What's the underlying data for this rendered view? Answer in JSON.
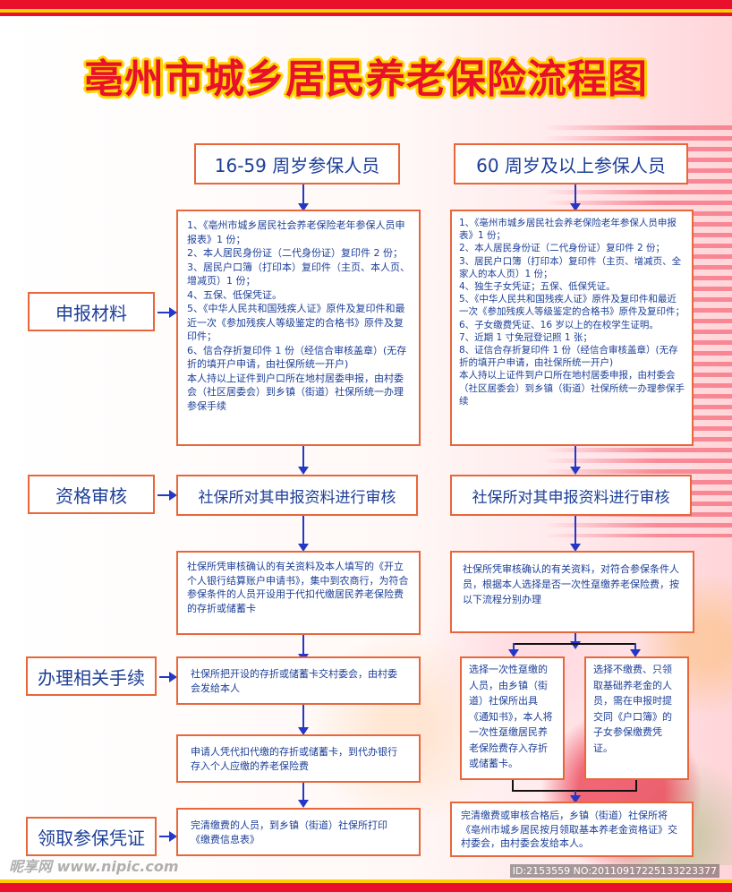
{
  "title": "亳州市城乡居民养老保险流程图",
  "columns": {
    "left_header": "16-59 周岁参保人员",
    "right_header": "60 周岁及以上参保人员"
  },
  "labels": {
    "declare": "申报材料",
    "review": "资格审核",
    "handle": "办理相关手续",
    "receive": "领取参保凭证"
  },
  "left": {
    "materials": [
      "1、《亳州市城乡居民社会养老保险老年参保人员申报表》1 份；",
      "2、本人居民身份证（二代身份证）复印件 2 份；",
      "3、居民户口簿（打印本）复印件（主页、本人页、增减页）1 份；",
      "4、五保、低保凭证。",
      "5、《中华人民共和国残疾人证》原件及复印件和最近一次《参加残疾人等级鉴定的合格书》原件及复印件；",
      "6、信合存折复印件 1 份（经信合审核盖章）(无存折的填开户申请，由社保所统一开户)",
      "本人持以上证件到户口所在地村居委申报，由村委会（社区居委会）到乡镇（街道）社保所统一办理参保手续"
    ],
    "review": "社保所对其申报资料进行审核",
    "step1": "社保所凭审核确认的有关资料及本人填写的《开立个人银行结算账户申请书》，集中到农商行，为符合参保条件的人员开设用于代扣代缴居民养老保险费的存折或储蓄卡",
    "step2": "社保所把开设的存折或储蓄卡交村委会，由村委会发给本人",
    "step3": "申请人凭代扣代缴的存折或储蓄卡，到代办银行存入个人应缴的养老保险费",
    "step4": "完清缴费的人员，到乡镇（街道）社保所打印《缴费信息表》"
  },
  "right": {
    "materials": [
      "1、《亳州市城乡居民社会养老保险老年参保人员申报表》1 份；",
      "2、本人居民身份证（二代身份证）复印件 2 份；",
      "3、居民户口簿（打印本）复印件（主页、增减页、全家人的本人页）1 份；",
      "4、独生子女凭证；五保、低保凭证。",
      "5、《中华人民共和国残疾人证》原件及复印件和最近一次《参加残疾人等级鉴定的合格书》原件及复印件；",
      "6、子女缴费凭证、16 岁以上的在校学生证明。",
      "7、近期 1 寸免冠登记照 1 张；",
      "8、证信合存折复印件 1 份（经信合审核盖章）(无存折的填开户申请，由社保所统一开户)",
      "本人持以上证件到户口所在地村居委申报，由村委会（社区居委会）到乡镇（街道）社保所统一办理参保手续"
    ],
    "review": "社保所对其申报资料进行审核",
    "step1": "社保所凭审核确认的有关资料，对符合参保条件人员，根据本人选择是否一次性趸缴养老保险费，按以下流程分别办理",
    "branch_a": "选择一次性趸缴的人员，由乡镇（街道）社保所出具《通知书》，本人将一次性趸缴居民养老保险费存入存折或储蓄卡。",
    "branch_b": "选择不缴费、只领取基础养老金的人员，需在申报时提交同《户口簿》的子女参保缴费凭证。",
    "final": "完清缴费或审核合格后，乡镇（街道）社保所将《亳州市城乡居民按月领取基本养老金资格证》交村委会，由村委会发给本人。"
  },
  "watermark": {
    "brand": "昵享网 www.nipic.com",
    "id": "ID:2153559 NO:20110917225133223377"
  }
}
